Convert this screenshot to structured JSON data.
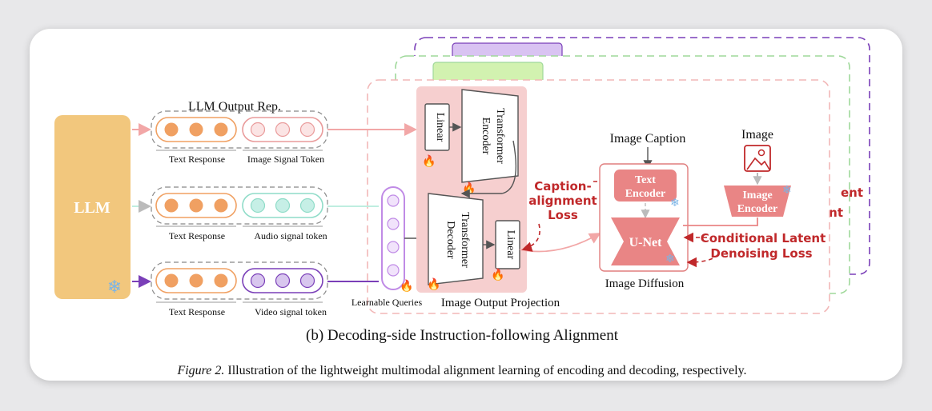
{
  "diagram": {
    "llm_label": "LLM",
    "llm_output_title": "LLM Output Rep.",
    "rows": [
      {
        "left_label": "Text Response",
        "right_label": "Image Signal Token"
      },
      {
        "left_label": "Text Response",
        "right_label": "Audio signal token"
      },
      {
        "left_label": "Text Response",
        "right_label": "Video signal token"
      }
    ],
    "learnable_queries": "Learnable Queries",
    "projection": {
      "encoder_title": "Transformer Encoder",
      "encoder_line1": "Transformer",
      "encoder_line2": "Encoder",
      "decoder_line1": "Transformer",
      "decoder_line2": "Decoder",
      "linear": "Linear",
      "caption": "Image Output Projection"
    },
    "diffusion": {
      "image_caption": "Image Caption",
      "image": "Image",
      "text_encoder_line1": "Text",
      "text_encoder_line2": "Encoder",
      "image_encoder_line1": "Image",
      "image_encoder_line2": "Encoder",
      "unet": "U-Net",
      "caption": "Image Diffusion"
    },
    "losses": {
      "caption_line1": "Caption-",
      "caption_line2": "alignment",
      "caption_line3": "Loss",
      "latent_line1": "Conditional Latent",
      "latent_line2": "Denoising Loss"
    },
    "back_fragments": [
      "ent",
      "ent"
    ],
    "subtitle": "(b) Decoding-side Instruction-following Alignment",
    "figure_label": "Figure 2.",
    "figure_text": "Illustration of the lightweight multimodal alignment learning of encoding and decoding, respectively."
  },
  "colors": {
    "llm": "#f2c77d",
    "orange_dot": "#f0a062",
    "pink_dot": "#f6c9c9",
    "teal_dot": "#c6efe6",
    "purple_dot": "#d8c6ee",
    "projection_bg": "#f6cfcf",
    "encoder_pink": "#e98585",
    "loss_red": "#c0282a",
    "back_purple": "#7a3fb8",
    "back_green": "#9fd89a"
  }
}
